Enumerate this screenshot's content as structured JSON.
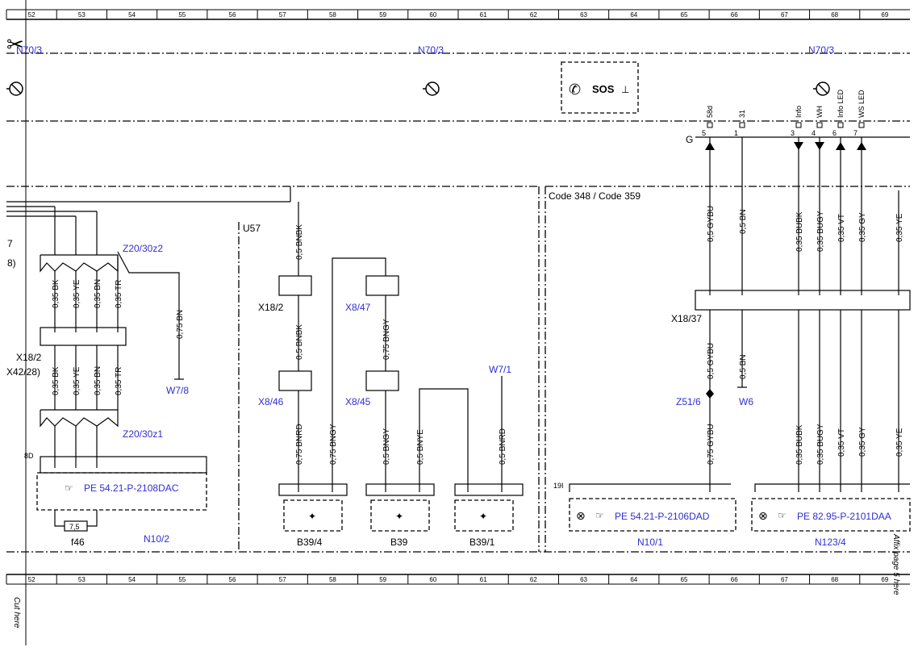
{
  "grid_numbers": [
    "52",
    "53",
    "54",
    "55",
    "56",
    "57",
    "58",
    "59",
    "60",
    "61",
    "62",
    "63",
    "64",
    "65",
    "66",
    "67",
    "68",
    "69"
  ],
  "header": {
    "refs": [
      "N70/3",
      "N70/3",
      "N70/3"
    ],
    "sos_label": "SOS",
    "g_label": "G"
  },
  "top_pins": [
    {
      "num": "5",
      "name": "58d"
    },
    {
      "num": "1",
      "name": "31"
    },
    {
      "num": "3",
      "name": "Info"
    },
    {
      "num": "4",
      "name": "WH"
    },
    {
      "num": "6",
      "name": "Info LED"
    },
    {
      "num": "7",
      "name": "WS LED"
    }
  ],
  "code_label": "Code 348  / Code 359",
  "u57": "U57",
  "components": {
    "z20_30z2": "Z20/30z2",
    "z20_30z1": "Z20/30z1",
    "x18_2_left": "X18/2",
    "x42_28": "X42/28)",
    "left_8": "8)",
    "left_7": "7",
    "w7_8": "W7/8",
    "x18_2": "X18/2",
    "x8_46": "X8/46",
    "x8_47": "X8/47",
    "x8_45": "X8/45",
    "w7_1": "W7/1",
    "x18_37": "X18/37",
    "z51_6": "Z51/6",
    "w6": "W6",
    "pin_8d": "8D",
    "pin_19i": "19I",
    "pe_2108": "PE 54.21-P-2108DAC",
    "pe_2106": "PE 54.21-P-2106DAD",
    "pe_2101": "PE 82.95-P-2101DAA",
    "f46": "f46",
    "f46_value": "7,5",
    "n10_2": "N10/2",
    "b39_4": "B39/4",
    "b39": "B39",
    "b39_1": "B39/1",
    "n10_1": "N10/1",
    "n123_4": "N123/4"
  },
  "wires": {
    "bk": "0,35 BK",
    "ye": "0,35 YE",
    "bn": "0,35 BN",
    "tr": "0,35 TR",
    "bn075": "0,75 BN",
    "bnbk": "0,5 BNBK",
    "bnrd075": "0,75 BNRD",
    "bngy075": "0,75 BNGY",
    "bngy05": "0,5 BNGY",
    "bnye": "0,5 BNYE",
    "bnrd05": "0,5 BNRD",
    "gybu05": "0,5 GYBU",
    "bn05": "0,5 BN",
    "bubk": "0,35 BUBK",
    "bugy": "0,35 BUGY",
    "vt": "0,35 VT",
    "gy": "0,35 GY",
    "ye035": "0,35 YE",
    "gybu075": "0,75 GYBU"
  },
  "side_text": {
    "cut": "Cut here",
    "affix": "Affix page 5 here"
  }
}
